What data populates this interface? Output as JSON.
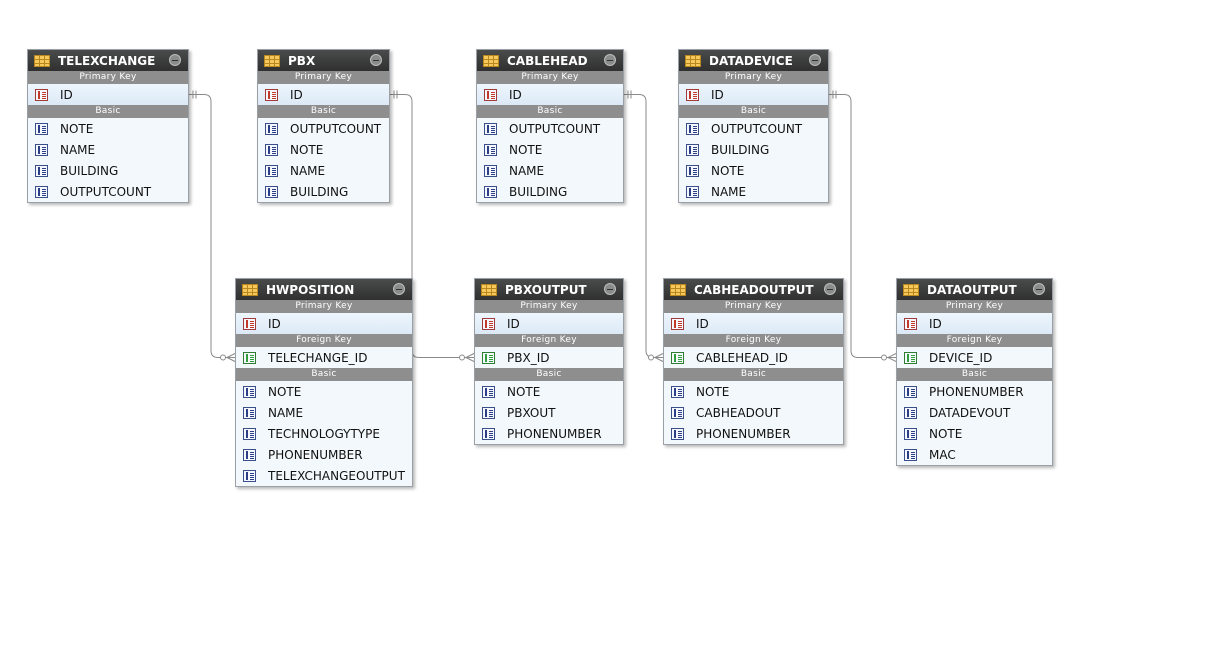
{
  "diagram": {
    "entities": [
      {
        "id": "telexchange",
        "name": "TELEXCHANGE",
        "primary_key_label": "Primary Key",
        "primary_key": [
          "ID"
        ],
        "foreign_key_label": "",
        "foreign_keys": [],
        "basic_label": "Basic",
        "basic": [
          "NOTE",
          "NAME",
          "BUILDING",
          "OUTPUTCOUNT"
        ]
      },
      {
        "id": "pbx",
        "name": "PBX",
        "primary_key_label": "Primary Key",
        "primary_key": [
          "ID"
        ],
        "foreign_key_label": "",
        "foreign_keys": [],
        "basic_label": "Basic",
        "basic": [
          "OUTPUTCOUNT",
          "NOTE",
          "NAME",
          "BUILDING"
        ]
      },
      {
        "id": "cablehead",
        "name": "CABLEHEAD",
        "primary_key_label": "Primary Key",
        "primary_key": [
          "ID"
        ],
        "foreign_key_label": "",
        "foreign_keys": [],
        "basic_label": "Basic",
        "basic": [
          "OUTPUTCOUNT",
          "NOTE",
          "NAME",
          "BUILDING"
        ]
      },
      {
        "id": "datadevice",
        "name": "DATADEVICE",
        "primary_key_label": "Primary Key",
        "primary_key": [
          "ID"
        ],
        "foreign_key_label": "",
        "foreign_keys": [],
        "basic_label": "Basic",
        "basic": [
          "OUTPUTCOUNT",
          "BUILDING",
          "NOTE",
          "NAME"
        ]
      },
      {
        "id": "hwposition",
        "name": "HWPOSITION",
        "primary_key_label": "Primary Key",
        "primary_key": [
          "ID"
        ],
        "foreign_key_label": "Foreign Key",
        "foreign_keys": [
          "TELECHANGE_ID"
        ],
        "basic_label": "Basic",
        "basic": [
          "NOTE",
          "NAME",
          "TECHNOLOGYTYPE",
          "PHONENUMBER",
          "TELEXCHANGEOUTPUT"
        ]
      },
      {
        "id": "pbxoutput",
        "name": "PBXOUTPUT",
        "primary_key_label": "Primary Key",
        "primary_key": [
          "ID"
        ],
        "foreign_key_label": "Foreign Key",
        "foreign_keys": [
          "PBX_ID"
        ],
        "basic_label": "Basic",
        "basic": [
          "NOTE",
          "PBXOUT",
          "PHONENUMBER"
        ]
      },
      {
        "id": "cabheadoutput",
        "name": "CABHEADOUTPUT",
        "primary_key_label": "Primary Key",
        "primary_key": [
          "ID"
        ],
        "foreign_key_label": "Foreign Key",
        "foreign_keys": [
          "CABLEHEAD_ID"
        ],
        "basic_label": "Basic",
        "basic": [
          "NOTE",
          "CABHEADOUT",
          "PHONENUMBER"
        ]
      },
      {
        "id": "dataoutput",
        "name": "DATAOUTPUT",
        "primary_key_label": "Primary Key",
        "primary_key": [
          "ID"
        ],
        "foreign_key_label": "Foreign Key",
        "foreign_keys": [
          "DEVICE_ID"
        ],
        "basic_label": "Basic",
        "basic": [
          "PHONENUMBER",
          "DATADEVOUT",
          "NOTE",
          "MAC"
        ]
      }
    ],
    "relationships": [
      {
        "from": "telexchange",
        "from_column": "ID",
        "to": "hwposition",
        "to_column": "TELECHANGE_ID",
        "from_marker": "one-and-only-one",
        "to_marker": "zero-or-many"
      },
      {
        "from": "pbx",
        "from_column": "ID",
        "to": "pbxoutput",
        "to_column": "PBX_ID",
        "from_marker": "one-and-only-one",
        "to_marker": "zero-or-many"
      },
      {
        "from": "cablehead",
        "from_column": "ID",
        "to": "cabheadoutput",
        "to_column": "CABLEHEAD_ID",
        "from_marker": "one-and-only-one",
        "to_marker": "zero-or-many"
      },
      {
        "from": "datadevice",
        "from_column": "ID",
        "to": "dataoutput",
        "to_column": "DEVICE_ID",
        "from_marker": "one-and-only-one",
        "to_marker": "zero-or-many"
      }
    ]
  },
  "icons": {
    "table": "table-icon",
    "primary_key_column": "primary-key-column-icon",
    "foreign_key_column": "foreign-key-column-icon",
    "column": "column-icon",
    "collapse": "collapse-icon"
  },
  "colors": {
    "header": "#3b3c3b",
    "section": "#8e8e8e",
    "body": "#f2f8fc",
    "connector": "#8a8a8a"
  }
}
